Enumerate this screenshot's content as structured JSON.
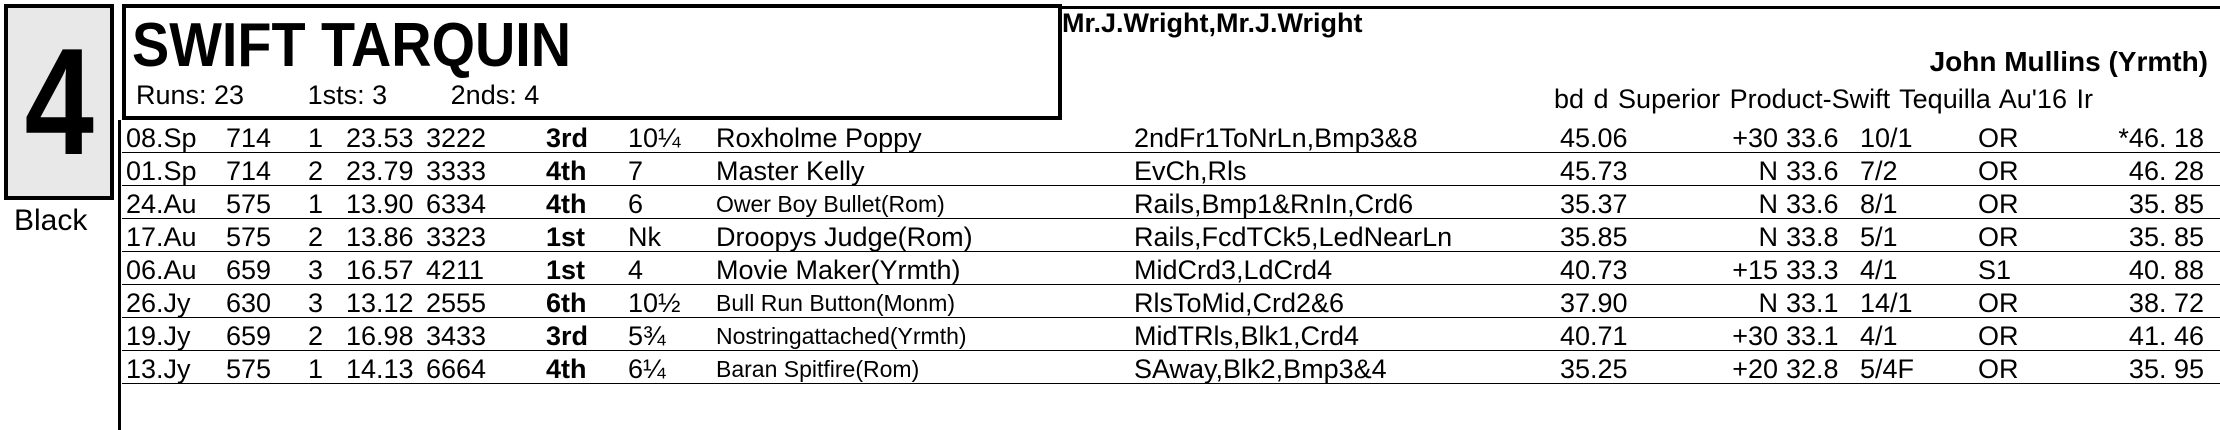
{
  "trap": {
    "number": "4",
    "colour": "Black"
  },
  "dog": {
    "name": "SWIFT TARQUIN",
    "runs": "Runs: 23",
    "firsts": "1sts: 3",
    "seconds": "2nds: 4"
  },
  "owner": "Mr.J.Wright,Mr.J.Wright",
  "trainer": "John Mullins (Yrmth)",
  "breeding": "bd d Superior Product-Swift Tequilla Au'16 Ir",
  "form": [
    {
      "date": "08.Sp",
      "track": "714",
      "trap": "1",
      "time": "23.53",
      "sectionals": "3222",
      "position": "3rd",
      "distance": "10¼",
      "winner": "Roxholme Poppy",
      "winner_small": false,
      "comment": "2ndFr1ToNrLn,Bmp3&8",
      "calc": "45.06",
      "going": "+30",
      "weight": "33.6",
      "sp": "10/1",
      "grade": "OR",
      "calc_time": "*46. 18"
    },
    {
      "date": "01.Sp",
      "track": "714",
      "trap": "2",
      "time": "23.79",
      "sectionals": "3333",
      "position": "4th",
      "distance": "7",
      "winner": "Master Kelly",
      "winner_small": false,
      "comment": "EvCh,Rls",
      "calc": "45.73",
      "going": "N",
      "weight": "33.6",
      "sp": "7/2",
      "grade": "OR",
      "calc_time": "46. 28"
    },
    {
      "date": "24.Au",
      "track": "575",
      "trap": "1",
      "time": "13.90",
      "sectionals": "6334",
      "position": "4th",
      "distance": "6",
      "winner": "Ower Boy Bullet(Rom)",
      "winner_small": true,
      "comment": "Rails,Bmp1&RnIn,Crd6",
      "calc": "35.37",
      "going": "N",
      "weight": "33.6",
      "sp": "8/1",
      "grade": "OR",
      "calc_time": "35. 85"
    },
    {
      "date": "17.Au",
      "track": "575",
      "trap": "2",
      "time": "13.86",
      "sectionals": "3323",
      "position": "1st",
      "distance": "Nk",
      "winner": "Droopys Judge(Rom)",
      "winner_small": false,
      "comment": "Rails,FcdTCk5,LedNearLn",
      "calc": "35.85",
      "going": "N",
      "weight": "33.8",
      "sp": "5/1",
      "grade": "OR",
      "calc_time": "35. 85"
    },
    {
      "date": "06.Au",
      "track": "659",
      "trap": "3",
      "time": "16.57",
      "sectionals": "4211",
      "position": "1st",
      "distance": "4",
      "winner": "Movie Maker(Yrmth)",
      "winner_small": false,
      "comment": "MidCrd3,LdCrd4",
      "calc": "40.73",
      "going": "+15",
      "weight": "33.3",
      "sp": "4/1",
      "grade": "S1",
      "calc_time": "40. 88"
    },
    {
      "date": "26.Jy",
      "track": "630",
      "trap": "3",
      "time": "13.12",
      "sectionals": "2555",
      "position": "6th",
      "distance": "10½",
      "winner": "Bull Run Button(Monm)",
      "winner_small": true,
      "comment": "RlsToMid,Crd2&6",
      "calc": "37.90",
      "going": "N",
      "weight": "33.1",
      "sp": "14/1",
      "grade": "OR",
      "calc_time": "38. 72"
    },
    {
      "date": "19.Jy",
      "track": "659",
      "trap": "2",
      "time": "16.98",
      "sectionals": "3433",
      "position": "3rd",
      "distance": "5¾",
      "winner": "Nostringattached(Yrmth)",
      "winner_small": true,
      "comment": "MidTRls,Blk1,Crd4",
      "calc": "40.71",
      "going": "+30",
      "weight": "33.1",
      "sp": "4/1",
      "grade": "OR",
      "calc_time": "41. 46"
    },
    {
      "date": "13.Jy",
      "track": "575",
      "trap": "1",
      "time": "14.13",
      "sectionals": "6664",
      "position": "4th",
      "distance": "6¼",
      "winner": "Baran Spitfire(Rom)",
      "winner_small": true,
      "comment": "SAway,Blk2,Bmp3&4",
      "calc": "35.25",
      "going": "+20",
      "weight": "32.8",
      "sp": "5/4F",
      "grade": "OR",
      "calc_time": "35. 95"
    }
  ]
}
